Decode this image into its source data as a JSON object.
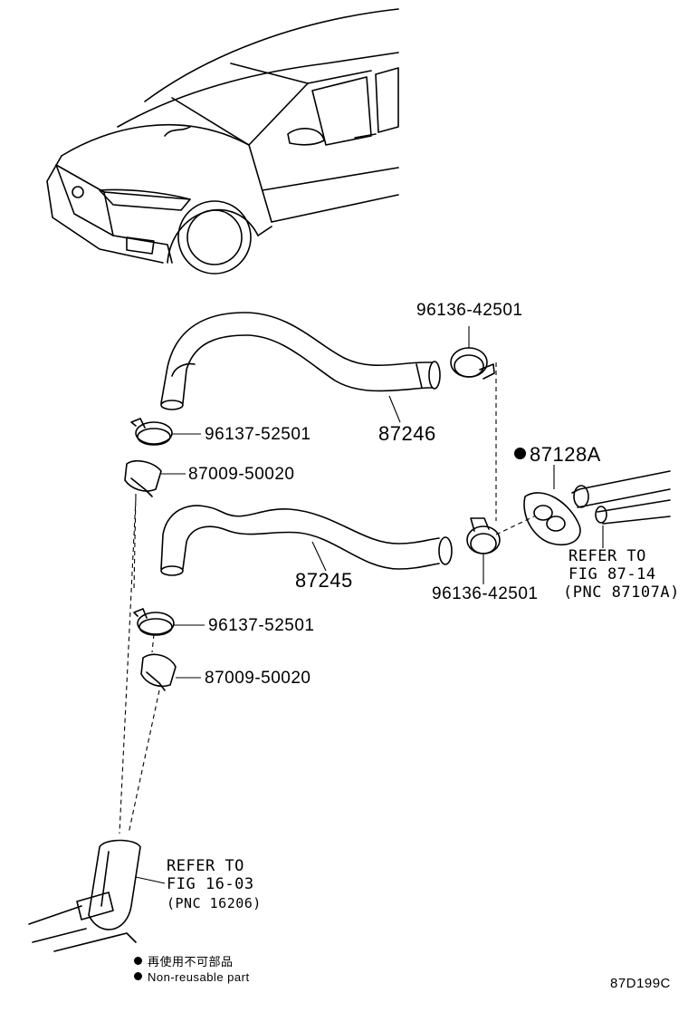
{
  "parts": {
    "clamp_top_right": "96136-42501",
    "clamp_top_left": "96137-52501",
    "hose_upper": "87246",
    "clip_upper": "87009-50020",
    "gasket": "87128A",
    "hose_lower": "87245",
    "clamp_bottom_right": "96136-42501",
    "clamp_bottom_left": "96137-52501",
    "clip_lower": "87009-50020"
  },
  "refs": {
    "right": {
      "line1": "REFER TO",
      "line2": "FIG 87-14",
      "line3": "(PNC 87107A)"
    },
    "bottom": {
      "line1": "REFER TO",
      "line2": "FIG 16-03",
      "line3": "(PNC 16206)"
    }
  },
  "legend": {
    "line1": "再使用不可部品",
    "line2": "Non-reusable part"
  },
  "figure_code": "87D199C"
}
